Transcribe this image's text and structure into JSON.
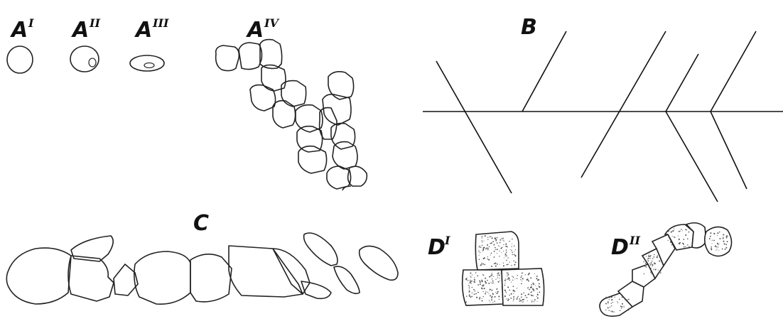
{
  "figure": {
    "panels": [
      {
        "key": "A1",
        "letter": "A",
        "superscript": "I"
      },
      {
        "key": "A2",
        "letter": "A",
        "superscript": "II"
      },
      {
        "key": "A3",
        "letter": "A",
        "superscript": "III"
      },
      {
        "key": "A4",
        "letter": "A",
        "superscript": "IV"
      },
      {
        "key": "B",
        "letter": "B",
        "superscript": ""
      },
      {
        "key": "C",
        "letter": "C",
        "superscript": ""
      },
      {
        "key": "D1",
        "letter": "D",
        "superscript": "I"
      },
      {
        "key": "D2",
        "letter": "D",
        "superscript": "II"
      }
    ],
    "colors": {
      "ink": "#111111",
      "paper": "#ffffff"
    }
  }
}
